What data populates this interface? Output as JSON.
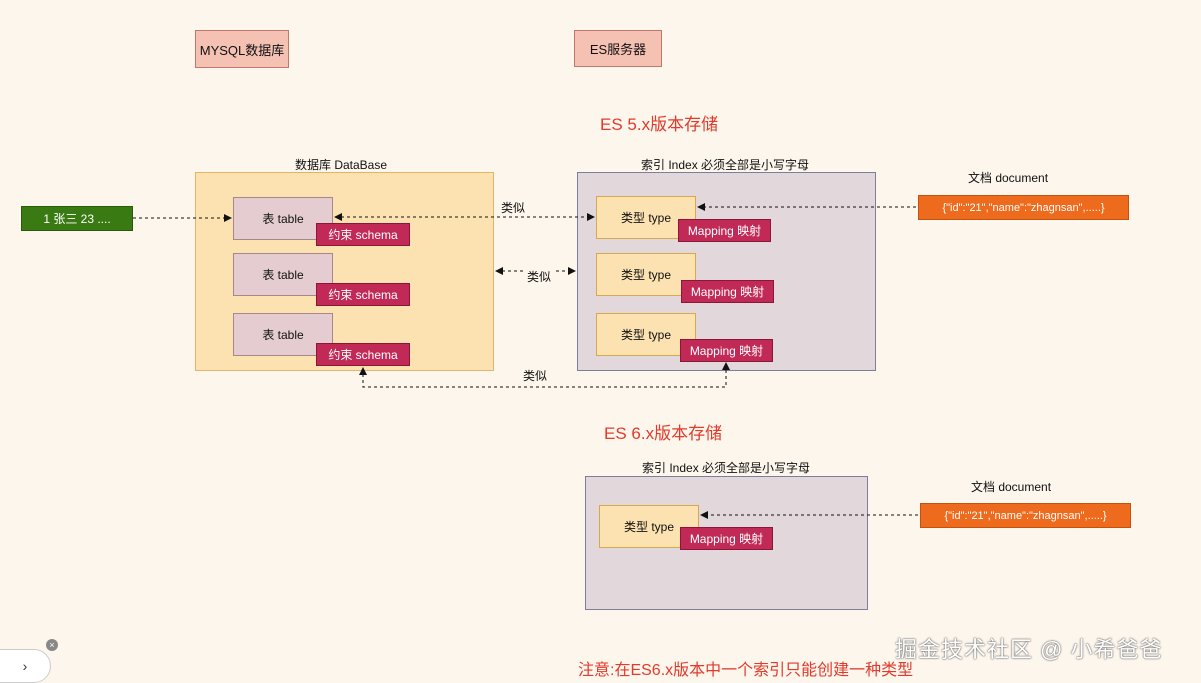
{
  "headers": {
    "mysql": "MYSQL数据库",
    "es": "ES服务器"
  },
  "es5": {
    "title": "ES 5.x版本存储",
    "database_caption": "数据库 DataBase",
    "index_caption": "索引 Index 必须全部是小写字母",
    "document_caption": "文档 document",
    "row_value": "1 张三 23 ....",
    "document_value": "{\"id\":\"21\",\"name\":\"zhagnsan\",.....}",
    "tables": [
      {
        "label": "表 table",
        "constraint": "约束 schema"
      },
      {
        "label": "表 table",
        "constraint": "约束 schema"
      },
      {
        "label": "表 table",
        "constraint": "约束 schema"
      }
    ],
    "types": [
      {
        "label": "类型 type",
        "mapping": "Mapping 映射"
      },
      {
        "label": "类型 type",
        "mapping": "Mapping 映射"
      },
      {
        "label": "类型 type",
        "mapping": "Mapping 映射"
      }
    ],
    "similar_labels": [
      "类似",
      "类似",
      "类似"
    ]
  },
  "es6": {
    "title": "ES 6.x版本存储",
    "index_caption": "索引 Index 必须全部是小写字母",
    "document_caption": "文档 document",
    "document_value": "{\"id\":\"21\",\"name\":\"zhagnsan\",.....}",
    "type": {
      "label": "类型 type",
      "mapping": "Mapping 映射"
    }
  },
  "note": "注意:在ES6.x版本中一个索引只能创建一种类型",
  "watermark": "掘金技术社区 @ 小希爸爸",
  "ui": {
    "close_glyph": "×",
    "expand_glyph": "›"
  }
}
